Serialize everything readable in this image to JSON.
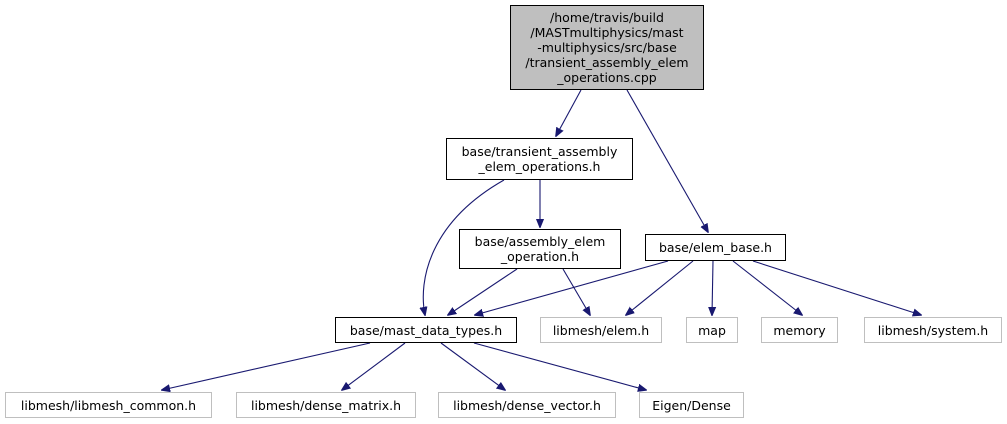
{
  "nodes": {
    "root": "/home/travis/build\n/MASTmultiphysics/mast\n-multiphysics/src/base\n/transient_assembly_elem\n_operations.cpp",
    "transient_h": "base/transient_assembly\n_elem_operations.h",
    "assembly_op_h": "base/assembly_elem\n_operation.h",
    "elem_base_h": "base/elem_base.h",
    "mast_data_types_h": "base/mast_data_types.h",
    "libmesh_elem_h": "libmesh/elem.h",
    "map": "map",
    "memory": "memory",
    "libmesh_system_h": "libmesh/system.h",
    "libmesh_common_h": "libmesh/libmesh_common.h",
    "dense_matrix_h": "libmesh/dense_matrix.h",
    "dense_vector_h": "libmesh/dense_vector.h",
    "eigen_dense": "Eigen/Dense"
  },
  "edges": [
    [
      "root",
      "transient_h"
    ],
    [
      "root",
      "elem_base_h"
    ],
    [
      "transient_h",
      "mast_data_types_h"
    ],
    [
      "transient_h",
      "assembly_op_h"
    ],
    [
      "assembly_op_h",
      "mast_data_types_h"
    ],
    [
      "assembly_op_h",
      "libmesh_elem_h"
    ],
    [
      "elem_base_h",
      "mast_data_types_h"
    ],
    [
      "elem_base_h",
      "libmesh_elem_h"
    ],
    [
      "elem_base_h",
      "map"
    ],
    [
      "elem_base_h",
      "memory"
    ],
    [
      "elem_base_h",
      "libmesh_system_h"
    ],
    [
      "mast_data_types_h",
      "libmesh_common_h"
    ],
    [
      "mast_data_types_h",
      "dense_matrix_h"
    ],
    [
      "mast_data_types_h",
      "dense_vector_h"
    ],
    [
      "mast_data_types_h",
      "eigen_dense"
    ]
  ],
  "colors": {
    "edge": "#191970",
    "root_fill": "#bfbfbf",
    "local_border": "#000000",
    "system_border": "#bfbfbf"
  }
}
